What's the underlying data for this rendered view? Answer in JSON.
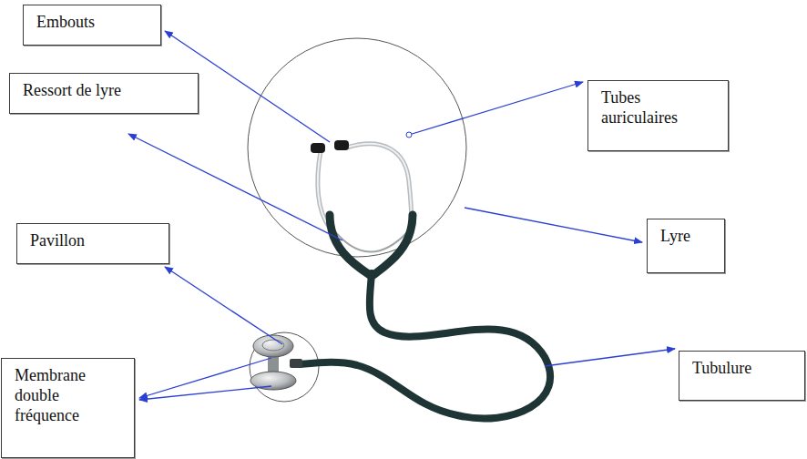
{
  "diagram": {
    "nodes": [
      {
        "text": [
          "Embouts"
        ]
      },
      {
        "text": [
          "Ressort de lyre"
        ]
      },
      {
        "text": [
          "Tubes auriculaires"
        ]
      },
      {
        "text": [
          "Lyre"
        ]
      },
      {
        "text": [
          "Pavillon"
        ]
      },
      {
        "text": [
          "Membrane double fréquence"
        ]
      },
      {
        "text": [
          "Tubulure"
        ]
      }
    ]
  }
}
